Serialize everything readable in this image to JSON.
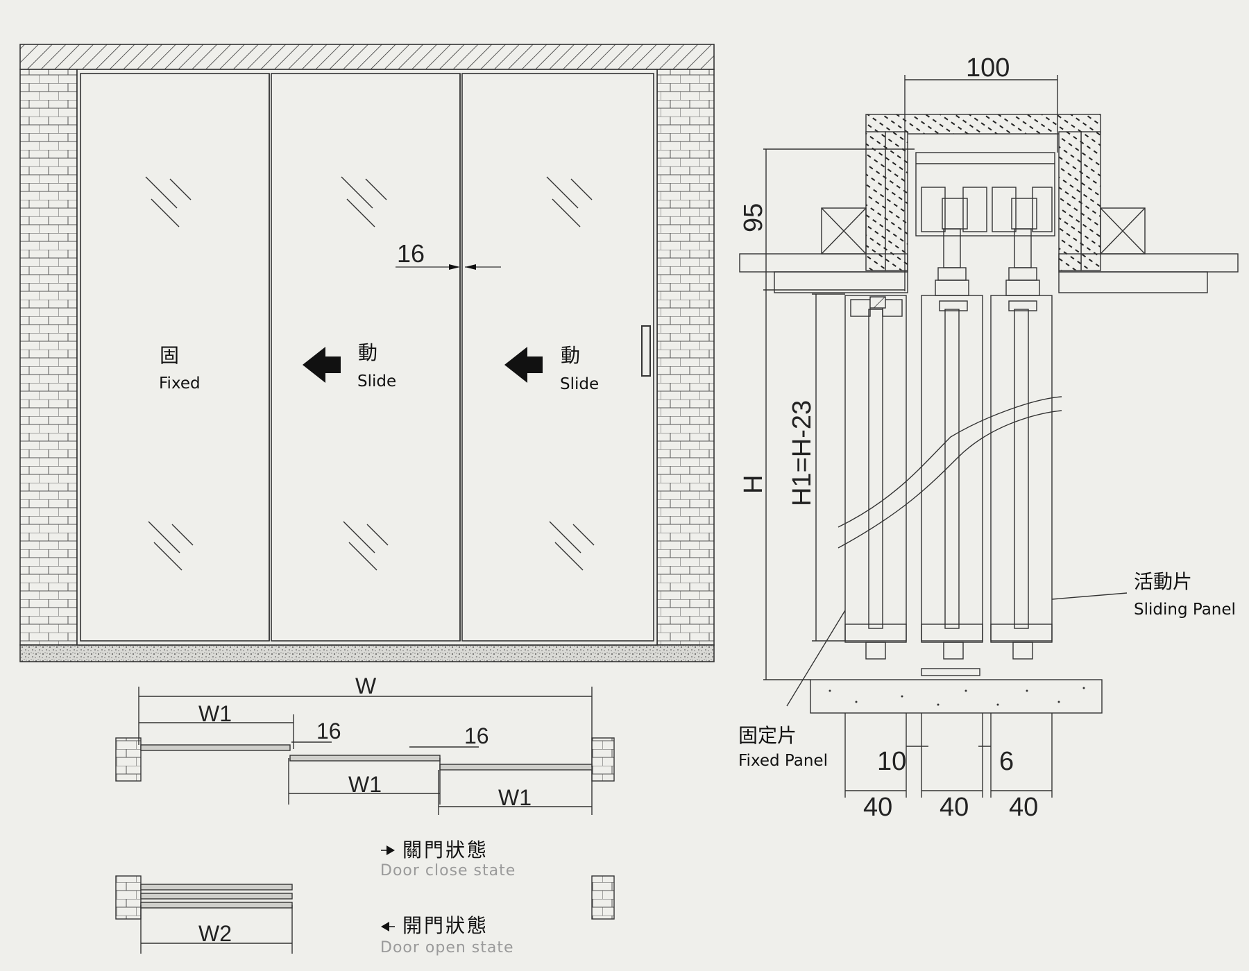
{
  "elevation": {
    "panel_fixed": {
      "zh": "固",
      "en": "Fixed"
    },
    "panel_slide_1": {
      "zh": "動",
      "en": "Slide"
    },
    "panel_slide_2": {
      "zh": "動",
      "en": "Slide"
    },
    "gap_dim": "16"
  },
  "plan": {
    "W": "W",
    "W1_top": "W1",
    "W1_mid": "W1",
    "W1_right": "W1",
    "W2": "W2",
    "gap1": "16",
    "gap2": "16"
  },
  "legend": {
    "close_zh": "關門狀態",
    "close_en": "Door close state",
    "open_zh": "開門狀態",
    "open_en": "Door open state"
  },
  "section": {
    "dim_top": "100",
    "dim_95": "95",
    "dim_H": "H",
    "dim_H1": "H1=H-23",
    "dim_10": "10",
    "dim_6": "6",
    "dim_40a": "40",
    "dim_40b": "40",
    "dim_40c": "40",
    "sliding_zh": "活動片",
    "sliding_en": "Sliding Panel",
    "fixed_zh": "固定片",
    "fixed_en": "Fixed Panel"
  }
}
